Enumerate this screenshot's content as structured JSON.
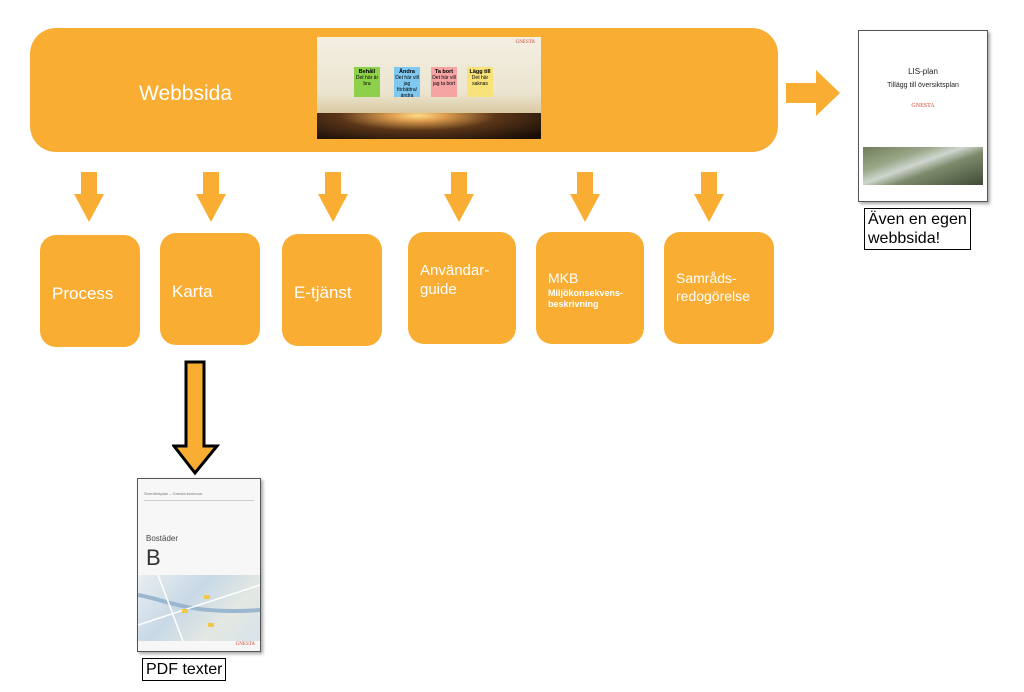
{
  "main_box": {
    "title": "Webbsida",
    "screenshot": {
      "logo": "GNESTA",
      "notes": [
        {
          "label": "Behåll",
          "color": "#8fd04a",
          "text": "Det här är bra"
        },
        {
          "label": "Ändra",
          "color": "#7fc8f0",
          "text": "Det här vill jag förbättra/ändra"
        },
        {
          "label": "Ta bort",
          "color": "#f5a3a3",
          "text": "Det här vill jag ta bort"
        },
        {
          "label": "Lägg till",
          "color": "#f7e37a",
          "text": "Det här saknas"
        }
      ]
    }
  },
  "lis_doc": {
    "title": "LIS-plan",
    "subtitle": "Tillägg till översiktsplan",
    "logo": "GNESTA",
    "caption_line1": "Även en egen",
    "caption_line2": "webbsida!"
  },
  "sub_boxes": [
    {
      "label": "Process"
    },
    {
      "label": "Karta"
    },
    {
      "label": "E-tjänst"
    },
    {
      "label_line1": "Användar-",
      "label_line2": "guide"
    },
    {
      "label": "MKB",
      "detail_line1": "Miljökonsekvens-",
      "detail_line2": "beskrivning"
    },
    {
      "label_line1": "Samråds-",
      "label_line2": "redogörelse"
    }
  ],
  "pdf_doc": {
    "header": "Översiktsplan – Gnesta kommun",
    "section": "Bostäder",
    "letter": "B",
    "logo": "GNESTA",
    "caption": "PDF texter"
  },
  "colors": {
    "accent": "#f9ae33",
    "logo": "#d0462e"
  }
}
